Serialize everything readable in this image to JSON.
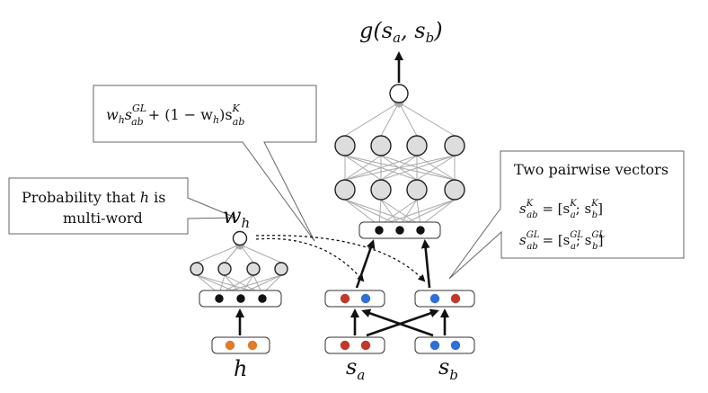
{
  "output_label": {
    "base": "g",
    "args": "(s",
    "a": "a",
    "comma": ", s",
    "b": "b",
    "close": ")"
  },
  "callout_formula": {
    "w1": "w",
    "h1": "h",
    "s1": "s",
    "sup1": "GL",
    "sub1": "ab",
    "mid": " + (1 − w",
    "h2": "h",
    "close2": ")s",
    "sup2": "K",
    "sub2": "ab"
  },
  "callout_prob": {
    "line1_prefix": "Probability that ",
    "line1_var": "h",
    "line1_suffix": " is",
    "line2": "multi-word"
  },
  "weight_label": {
    "base": "w",
    "sub": "h"
  },
  "callout_vectors": {
    "title": "Two pairwise vectors",
    "eq1": {
      "s": "s",
      "sub": "ab",
      "sup": "K",
      "eq": " = [s",
      "a_sup": "K",
      "a_sub": "a",
      "sep": "; s",
      "b_sup": "K",
      "b_sub": "b",
      "end": "]"
    },
    "eq2": {
      "s": "s",
      "sub": "ab",
      "sup": "GL",
      "eq": " = [s",
      "a_sup": "GL",
      "a_sub": "a",
      "sep": "; s",
      "b_sup": "GL",
      "b_sub": "b",
      "end": "]"
    }
  },
  "input_labels": {
    "h": "h",
    "sa": {
      "base": "s",
      "sub": "a"
    },
    "sb": {
      "base": "s",
      "sub": "b"
    }
  },
  "colors": {
    "orange": "#e07b2a",
    "red": "#c0392b",
    "blue": "#2f6fd6",
    "black": "#111111",
    "neuron_fill": "#dddddd",
    "connection": "#aaaaaa"
  }
}
